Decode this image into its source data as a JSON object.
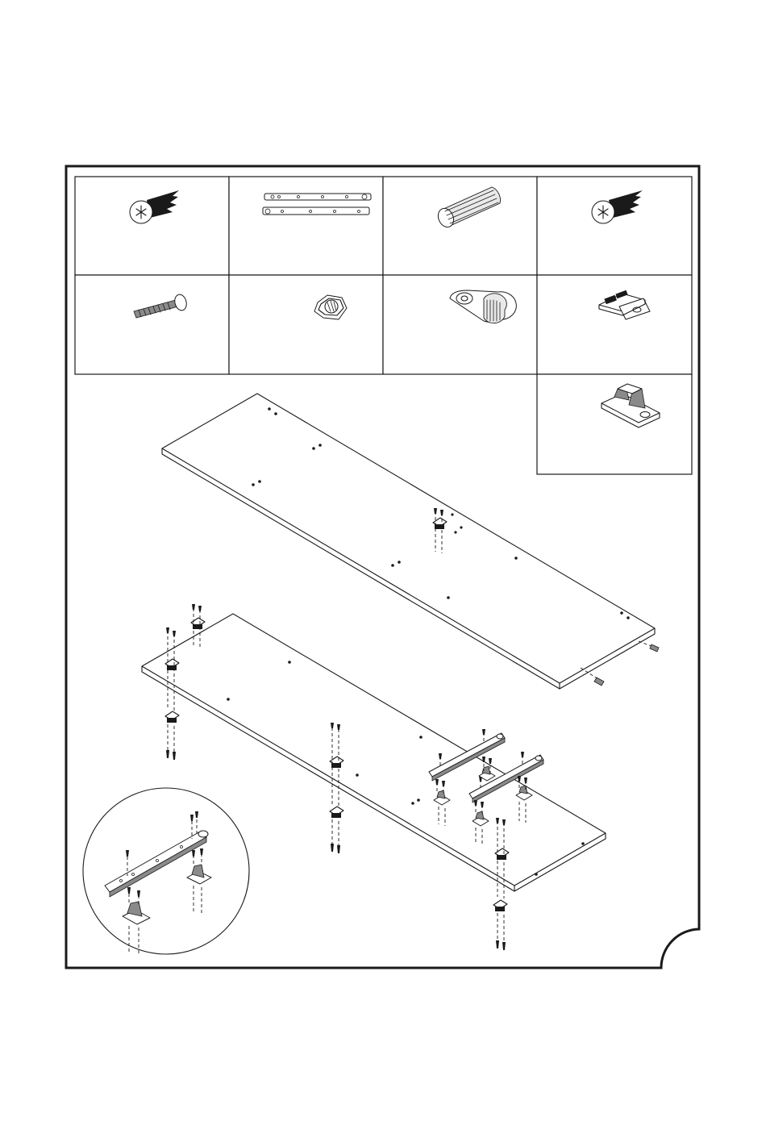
{
  "sheet": {
    "hardware_parts": [
      {
        "name": "wood-screw-icon"
      },
      {
        "name": "drawer-slide-pair-icon"
      },
      {
        "name": "wooden-dowel-icon"
      },
      {
        "name": "wood-screw-icon"
      },
      {
        "name": "machine-bolt-icon"
      },
      {
        "name": "hex-nut-icon"
      },
      {
        "name": "cam-lock-icon"
      },
      {
        "name": "connector-bracket-icon"
      },
      {
        "name": "slide-mount-bracket-icon"
      }
    ],
    "assembly": {
      "upper_panel": "panel",
      "lower_panel": "panel",
      "detail_view": "detail-circle"
    }
  }
}
